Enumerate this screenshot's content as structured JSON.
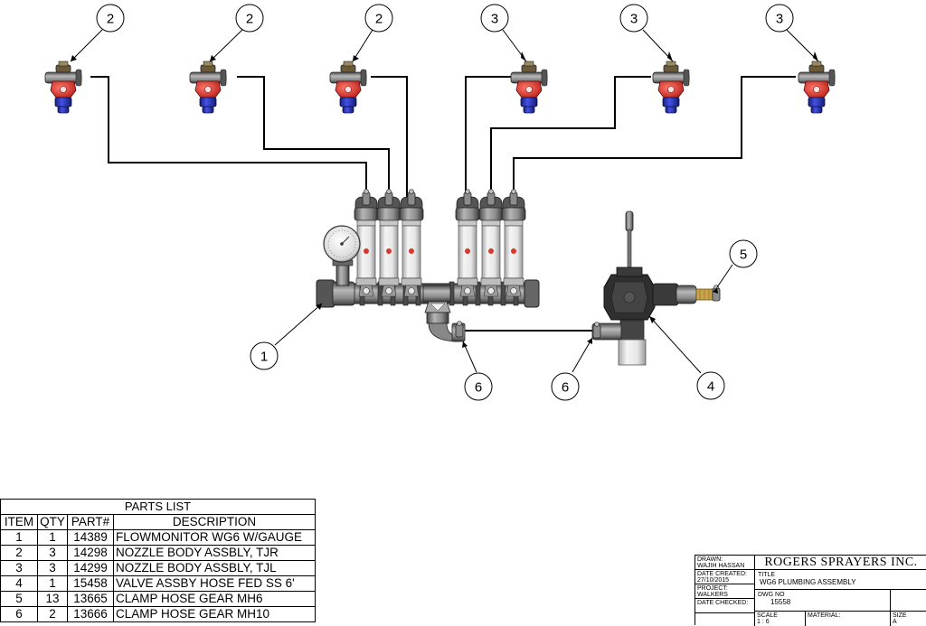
{
  "callouts": [
    {
      "number": "2",
      "item": "nozzle-body-tjr"
    },
    {
      "number": "2",
      "item": "nozzle-body-tjr"
    },
    {
      "number": "2",
      "item": "nozzle-body-tjr"
    },
    {
      "number": "3",
      "item": "nozzle-body-tjl"
    },
    {
      "number": "3",
      "item": "nozzle-body-tjl"
    },
    {
      "number": "3",
      "item": "nozzle-body-tjl"
    },
    {
      "number": "1",
      "item": "flowmonitor"
    },
    {
      "number": "6",
      "item": "clamp-mh10"
    },
    {
      "number": "6",
      "item": "clamp-mh10"
    },
    {
      "number": "4",
      "item": "valve"
    },
    {
      "number": "5",
      "item": "clamp-mh6"
    }
  ],
  "parts_list": {
    "title": "PARTS LIST",
    "headers": [
      "ITEM",
      "QTY",
      "PART#",
      "DESCRIPTION"
    ],
    "rows": [
      [
        "1",
        "1",
        "14389",
        "FLOWMONITOR WG6 W/GAUGE"
      ],
      [
        "2",
        "3",
        "14298",
        "NOZZLE BODY ASSBLY, TJR"
      ],
      [
        "3",
        "3",
        "14299",
        "NOZZLE BODY ASSBLY, TJL"
      ],
      [
        "4",
        "1",
        "15458",
        "VALVE ASSBY HOSE FED SS 6'"
      ],
      [
        "5",
        "13",
        "13665",
        "CLAMP HOSE GEAR MH6"
      ],
      [
        "6",
        "2",
        "13666",
        "CLAMP HOSE GEAR MH10"
      ]
    ]
  },
  "title_block": {
    "drawn_label": "DRAWN:",
    "drawn_value": "WAJIH HASSAN",
    "date_created_label": "DATE CREATED:",
    "date_created_value": "27/10/2015",
    "project_label": "PROJECT:",
    "project_value": "WALKERS",
    "date_checked_label": "DATE CHECKED:",
    "company": "ROGERS SPRAYERS INC.",
    "title_label": "TITLE",
    "title_value": "WG6 PLUMBING ASSEMBLY",
    "dwg_no_label": "DWG NO",
    "dwg_no_value": "15558",
    "scale_label": "SCALE",
    "scale_value": "1 : 6",
    "material_label": "MATERIAL:",
    "size_label": "SIZE",
    "size_value": "A"
  },
  "colors": {
    "hose": "#000000",
    "nozzle_red": "#e0302a",
    "nozzle_blue": "#2a35c8",
    "pvc_grey": "#7a7a7a",
    "dark_grey": "#3c3c3c",
    "brass": "#c9a24a",
    "lens": "#f0eeee"
  }
}
